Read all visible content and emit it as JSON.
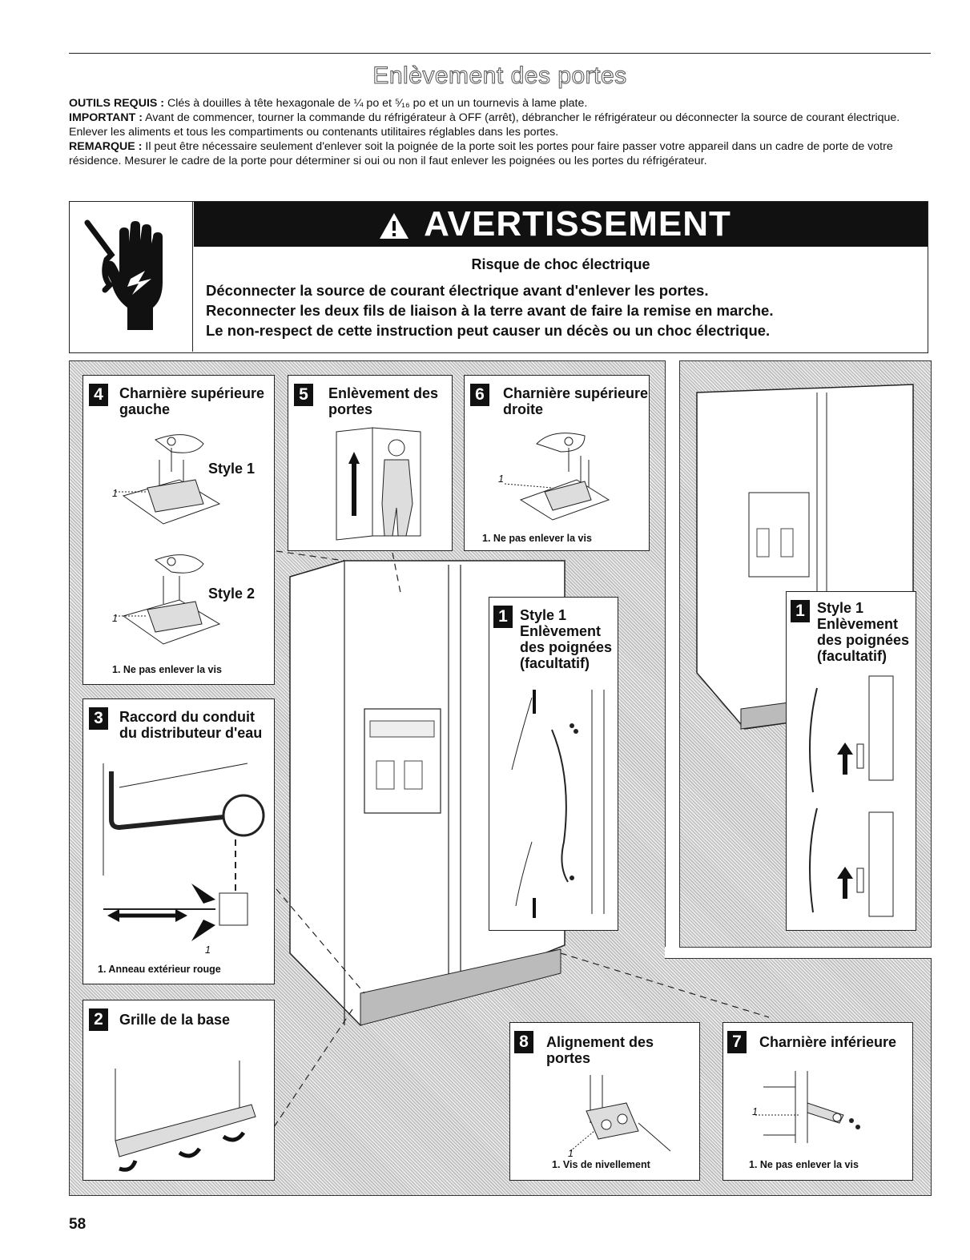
{
  "page_title": "Enlèvement des portes",
  "intro": {
    "tools_label": "OUTILS REQUIS :",
    "tools_text": " Clés à douilles à tête hexagonale de ¼ po et ⁵⁄₁₆ po et un un tournevis à lame plate.",
    "important_label": "IMPORTANT :",
    "important_text": " Avant de commencer, tourner la commande du réfrigérateur à OFF (arrêt), débrancher le réfrigérateur ou déconnecter la source de courant électrique. Enlever les aliments et tous les compartiments ou contenants utilitaires réglables dans les portes.",
    "note_label": "REMARQUE :",
    "note_text": " Il peut être nécessaire seulement d'enlever soit la poignée de la porte soit les portes pour faire passer votre appareil dans un cadre de porte de votre résidence. Mesurer le cadre de la porte pour déterminer si oui ou non il faut enlever les poignées ou les portes du réfrigérateur."
  },
  "warning": {
    "heading": "AVERTISSEMENT",
    "icon": "electric-shock-hand-icon",
    "subtitle": "Risque de choc électrique",
    "lines": [
      "Déconnecter la source de courant électrique avant d'enlever les portes.",
      "Reconnecter les deux fils de liaison à la terre avant de faire la remise en marche.",
      "Le non-respect de cette instruction peut causer un décès ou un choc électrique."
    ]
  },
  "steps": {
    "s4": {
      "num": "4",
      "title": "Charnière supérieure gauche",
      "style1": "Style 1",
      "style2": "Style 2",
      "caption": "1. Ne pas enlever la vis",
      "callout": "1"
    },
    "s5": {
      "num": "5",
      "title": "Enlèvement des portes"
    },
    "s6": {
      "num": "6",
      "title": "Charnière supérieure droite",
      "caption": "1. Ne pas enlever la vis",
      "callout": "1"
    },
    "s3": {
      "num": "3",
      "title": "Raccord du conduit du distributeur d'eau",
      "caption": "1. Anneau extérieur rouge",
      "callout": "1"
    },
    "s2": {
      "num": "2",
      "title": "Grille de la base"
    },
    "s1a": {
      "num": "1",
      "title": "Style 1 Enlèvement des poignées (facultatif)"
    },
    "s1b": {
      "num": "1",
      "title": "Style 1 Enlèvement des poignées (facultatif)"
    },
    "s8": {
      "num": "8",
      "title": "Alignement des portes",
      "caption": "1. Vis de nivellement",
      "callout": "1"
    },
    "s7": {
      "num": "7",
      "title": "Charnière inférieure",
      "caption": "1. Ne pas enlever la vis",
      "callout": "1"
    }
  },
  "page_number": "58"
}
